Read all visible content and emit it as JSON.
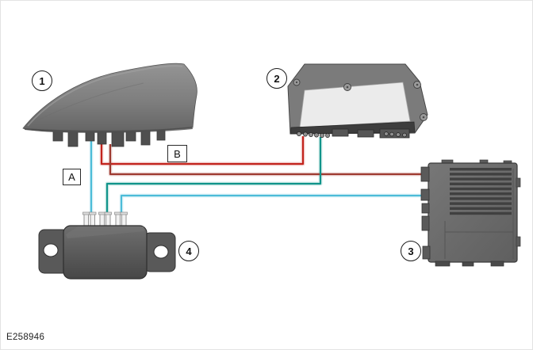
{
  "figure": {
    "code": "E258946"
  },
  "callouts": {
    "item1": "1",
    "item2": "2",
    "item3": "3",
    "item4": "4"
  },
  "connectors": {
    "a": "A",
    "b": "B"
  },
  "colors": {
    "wire_red": "#c2231c",
    "wire_dark_red": "#9e3a30",
    "wire_teal": "#11948a",
    "wire_cyan": "#4cbcd8",
    "device_gray": "#7a7a7a",
    "background": "#ffffff"
  }
}
